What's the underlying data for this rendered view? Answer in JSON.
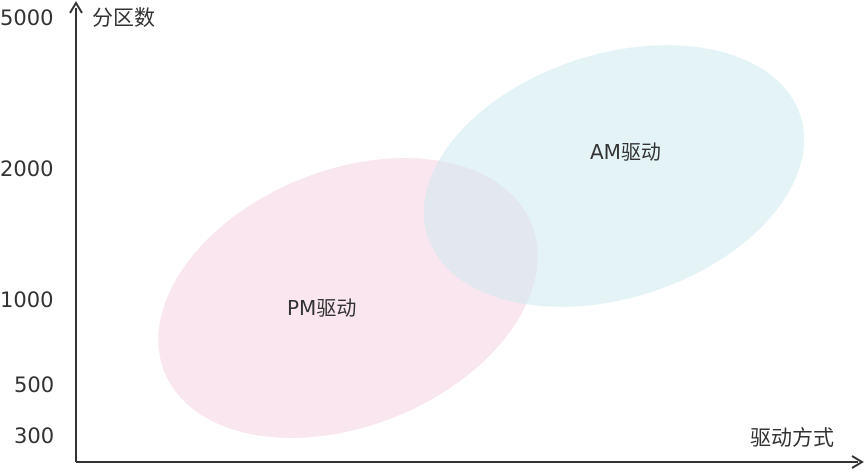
{
  "axes": {
    "y_title": "分区数",
    "x_title": "驱动方式",
    "y_ticks": [
      "5000",
      "2000",
      "1000",
      "500",
      "300"
    ]
  },
  "regions": [
    {
      "label": "PM驱动",
      "color": "#f6d5e3"
    },
    {
      "label": "AM驱动",
      "color": "#cdeaef"
    }
  ],
  "colors": {
    "axis": "#333333"
  }
}
